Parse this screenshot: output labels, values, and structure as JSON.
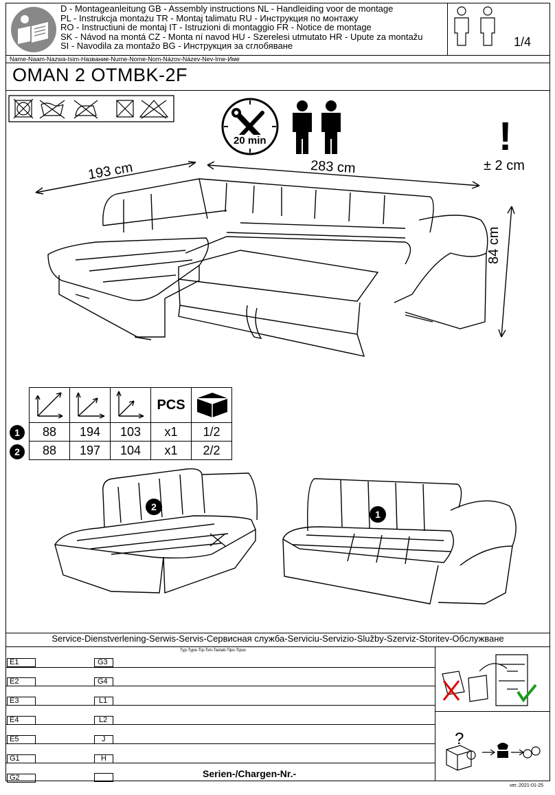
{
  "header": {
    "instructions_lines": [
      "D - Montageanleitung GB - Assembly instructions NL - Handleiding voor de montage",
      "PL - Instrukcja montażu TR - Montaj talimatu RU - Инструкция по монтажу",
      "RO - Instructiuni de montaj IT - Istruzioni di montaggio FR - Notice de montage",
      "SK - Návod na montá CZ - Monta ní navod HU - Szerelesi utmutato HR - Upute za montažu",
      "SI - Navodila za montažo BG - Инструкция за сглобяване"
    ],
    "page_number": "1/4",
    "name_label": "Name-Naam-Nazwa-Isim-Название-Nume-Nome-Nom-Názov-Název-Nev-Ime-Име",
    "product_name": "OMAN 2 OTMBK-2F"
  },
  "care_icons": [
    "no-wash-icon",
    "no-tumble-dry-icon",
    "no-iron-icon",
    "no-dry-clean-icon",
    "no-bleach-icon"
  ],
  "assembly": {
    "time_label": "20 min",
    "persons_icon": "two-persons-icon"
  },
  "dimensions": {
    "left_width": "193 cm",
    "total_width": "283 cm",
    "height": "84 cm",
    "tolerance": "± 2 cm",
    "tolerance_mark": "!"
  },
  "packages": {
    "pcs_header": "PCS",
    "rows": [
      {
        "badge": "1",
        "d1": "88",
        "d2": "194",
        "d3": "103",
        "pcs": "x1",
        "box": "1/2"
      },
      {
        "badge": "2",
        "d1": "88",
        "d2": "197",
        "d3": "104",
        "pcs": "x1",
        "box": "2/2"
      }
    ]
  },
  "parts": {
    "part_left_badge": "2",
    "part_right_badge": "1"
  },
  "service": {
    "title": "Service-Dienstverlening-Serwis-Servis-Сервисная служба-Serviciu-Servizio-Služby-Szerviz-Storitev-Обслужване",
    "type_label": "Typ-Type-Tip-Тип-Tastati-Tipo-Tipus",
    "left_labels": [
      "E1",
      "E2",
      "E3",
      "E4",
      "E5",
      "G1",
      "G2"
    ],
    "right_labels": [
      "G3",
      "G4",
      "L1",
      "L2",
      "J",
      "H",
      ""
    ],
    "serial_label": "Serien-/Chargen-Nr.-",
    "version": "ver.:2021-01-25"
  }
}
